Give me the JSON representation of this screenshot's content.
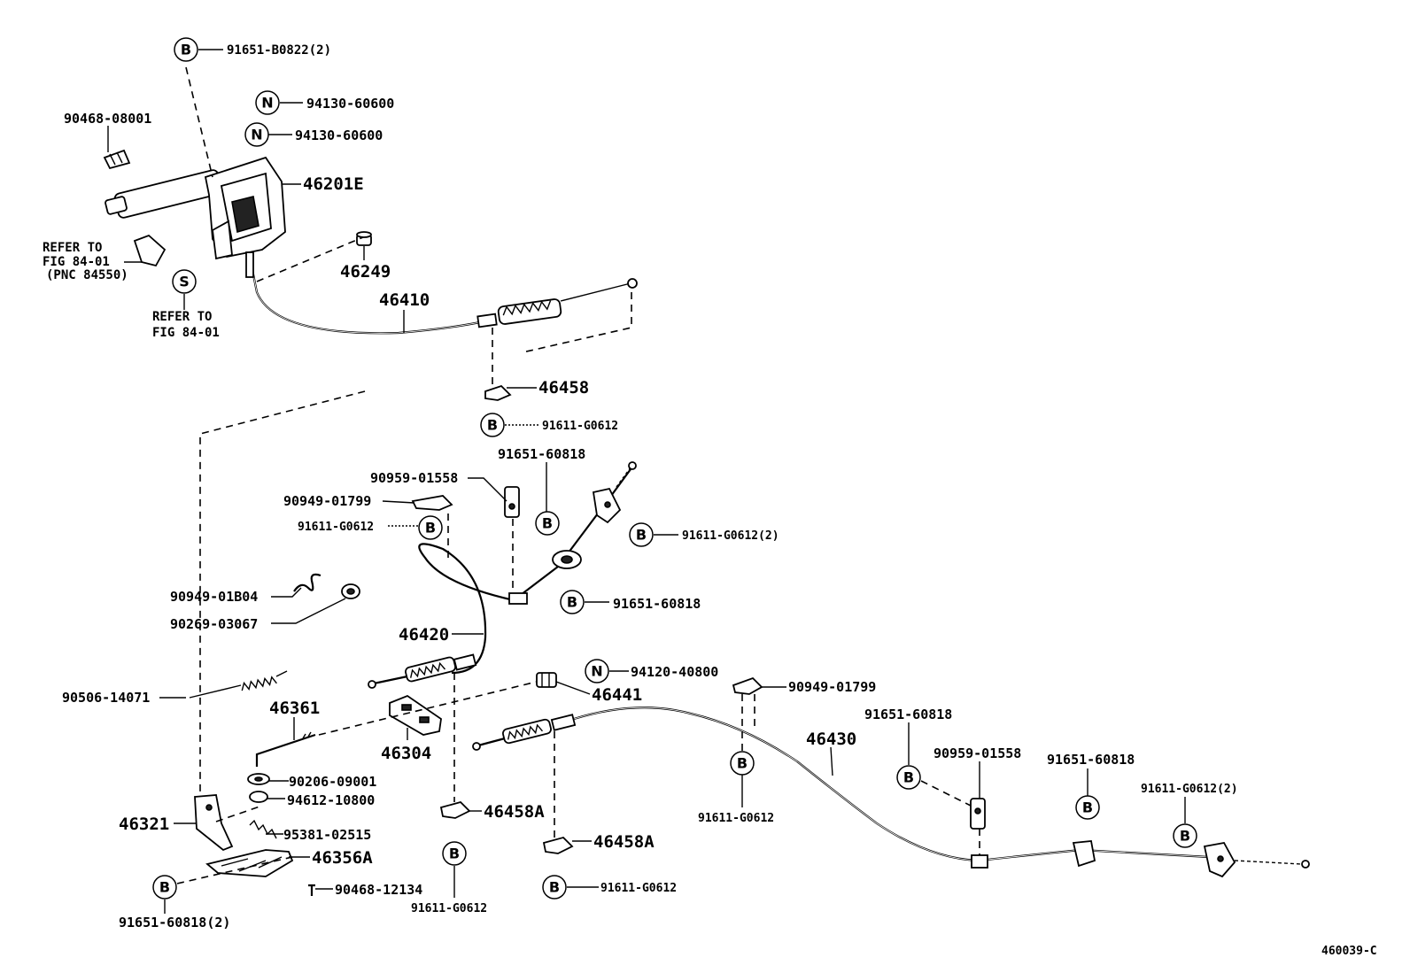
{
  "badges": {
    "b": "B",
    "n": "N",
    "s": "S"
  },
  "labels": {
    "p91651_b0822_2": "91651-B0822(2)",
    "p94130_60600_a": "94130-60600",
    "p94130_60600_b": "94130-60600",
    "p90468_08001": "90468-08001",
    "p46201e": "46201E",
    "refer_to_1": "REFER TO",
    "fig_84_01_1": "FIG 84-01",
    "pnc_84550": "(PNC 84550)",
    "refer_to_2": "REFER TO",
    "fig_84_01_2": "FIG 84-01",
    "p46249": "46249",
    "p46410": "46410",
    "p46458": "46458",
    "p91611_g0612_a": "91611-G0612",
    "p91651_60818_a": "91651-60818",
    "p90959_01558_a": "90959-01558",
    "p90949_01799_a": "90949-01799",
    "p91611_g0612_b": "91611-G0612",
    "p91611_g0612_2_a": "91611-G0612(2)",
    "p91651_60818_b": "91651-60818",
    "p90949_01b04": "90949-01B04",
    "p90269_03067": "90269-03067",
    "p46420": "46420",
    "p94120_40800": "94120-40800",
    "p90949_01799_b": "90949-01799",
    "p46441": "46441",
    "p90506_14071": "90506-14071",
    "p46361": "46361",
    "p46304": "46304",
    "p46430": "46430",
    "p91651_60818_c": "91651-60818",
    "p90959_01558_b": "90959-01558",
    "p91651_60818_d": "91651-60818",
    "p91611_g0612_2_b": "91611-G0612(2)",
    "p90206_09001": "90206-09001",
    "p94612_10800": "94612-10800",
    "p46321": "46321",
    "p95381_02515": "95381-02515",
    "p46458a_a": "46458A",
    "p46458a_b": "46458A",
    "p91611_g0612_c": "91611-G0612",
    "p46356a": "46356A",
    "p91611_g0612_d": "91611-G0612",
    "p91611_g0612_e": "91611-G0612",
    "p90468_12134": "90468-12134",
    "p91651_60818_2": "91651-60818(2)"
  },
  "figure_code": "460039-C"
}
